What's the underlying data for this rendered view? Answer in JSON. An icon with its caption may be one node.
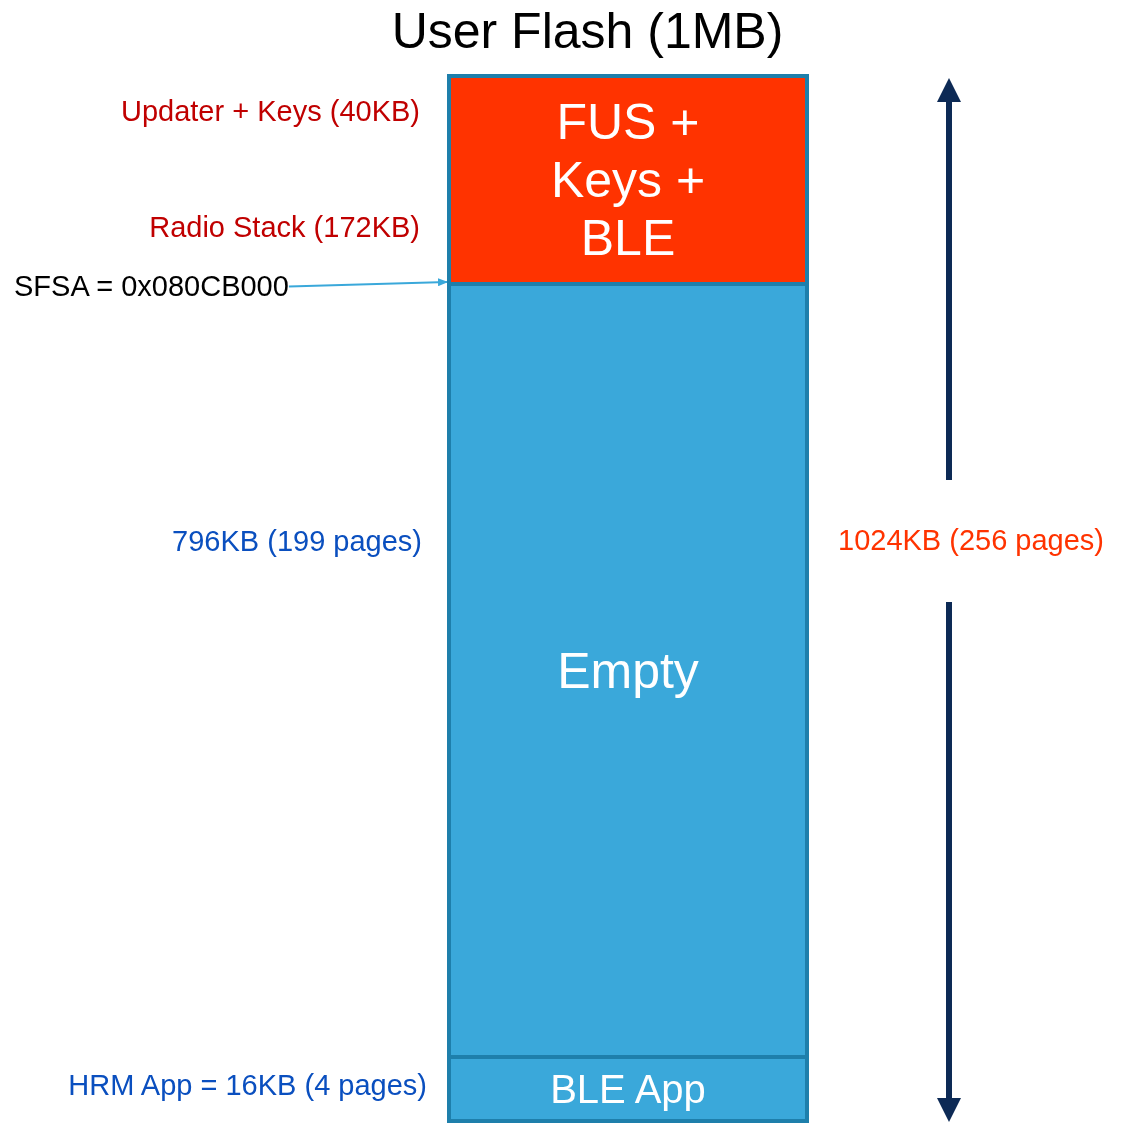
{
  "diagram": {
    "title": "User Flash (1MB)",
    "nodes": [
      {
        "text": [
          "FUS + Keys + BLE"
        ]
      },
      {
        "text": [
          "Empty"
        ]
      },
      {
        "text": [
          "BLE App"
        ]
      },
      {
        "text": [
          "SFSA = 0x080CB000"
        ]
      }
    ],
    "edges": [
      {
        "from": 3,
        "to": 1,
        "arrow": "to"
      }
    ],
    "labels": [
      "Updater + Keys (40KB)",
      "Radio Stack (172KB)",
      "796KB (199 pages)",
      "1024KB (256 pages)",
      "HRM App = 16KB (4 pages)"
    ]
  }
}
